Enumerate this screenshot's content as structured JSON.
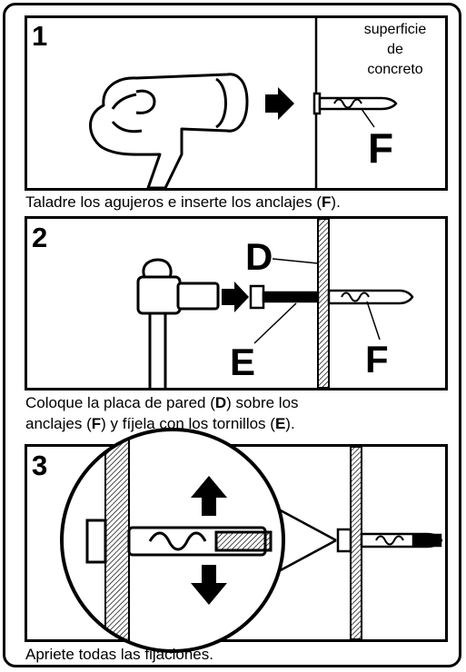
{
  "step1": {
    "number": "1",
    "surface_label_lines": [
      "superficie",
      "de",
      "concreto"
    ],
    "label_f": "F",
    "caption_before": "Taladre los agujeros e inserte los anclajes (",
    "caption_bold": "F",
    "caption_after": ")."
  },
  "step2": {
    "number": "2",
    "label_d": "D",
    "label_e": "E",
    "label_f": "F",
    "caption_line1_a": "Coloque la placa de pared (",
    "caption_line1_b": "D",
    "caption_line1_c": ") sobre los",
    "caption_line2_a": "anclajes (",
    "caption_line2_b": "F",
    "caption_line2_c": ") y fíjela con los tornillos (",
    "caption_line2_d": "E",
    "caption_line2_e": ")."
  },
  "step3": {
    "number": "3",
    "caption": "Apriete todas las fijaciones."
  }
}
